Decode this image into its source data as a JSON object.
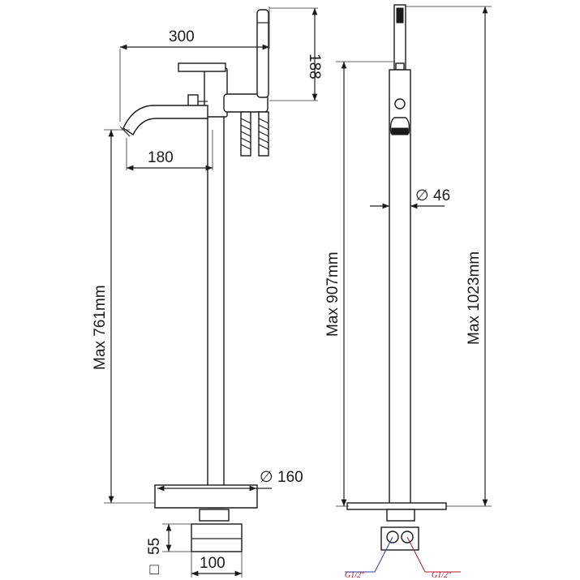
{
  "dimensions": {
    "width_300": "300",
    "handshower_188": "188",
    "spout_180": "180",
    "height_761": "Max 761mm",
    "height_907": "Max 907mm",
    "height_1023": "Max 1023mm",
    "diameter_46": "46",
    "diameter_160": "160",
    "square_55": "55",
    "width_100": "100"
  },
  "symbols": {
    "diameter": "∅",
    "square": "□"
  },
  "connections": {
    "left": "G1/2\"",
    "right": "G1/2\""
  },
  "colors": {
    "line": "#1a1a1a",
    "connection_red": "#b5172e",
    "connection_blue": "#2b3fa0"
  }
}
